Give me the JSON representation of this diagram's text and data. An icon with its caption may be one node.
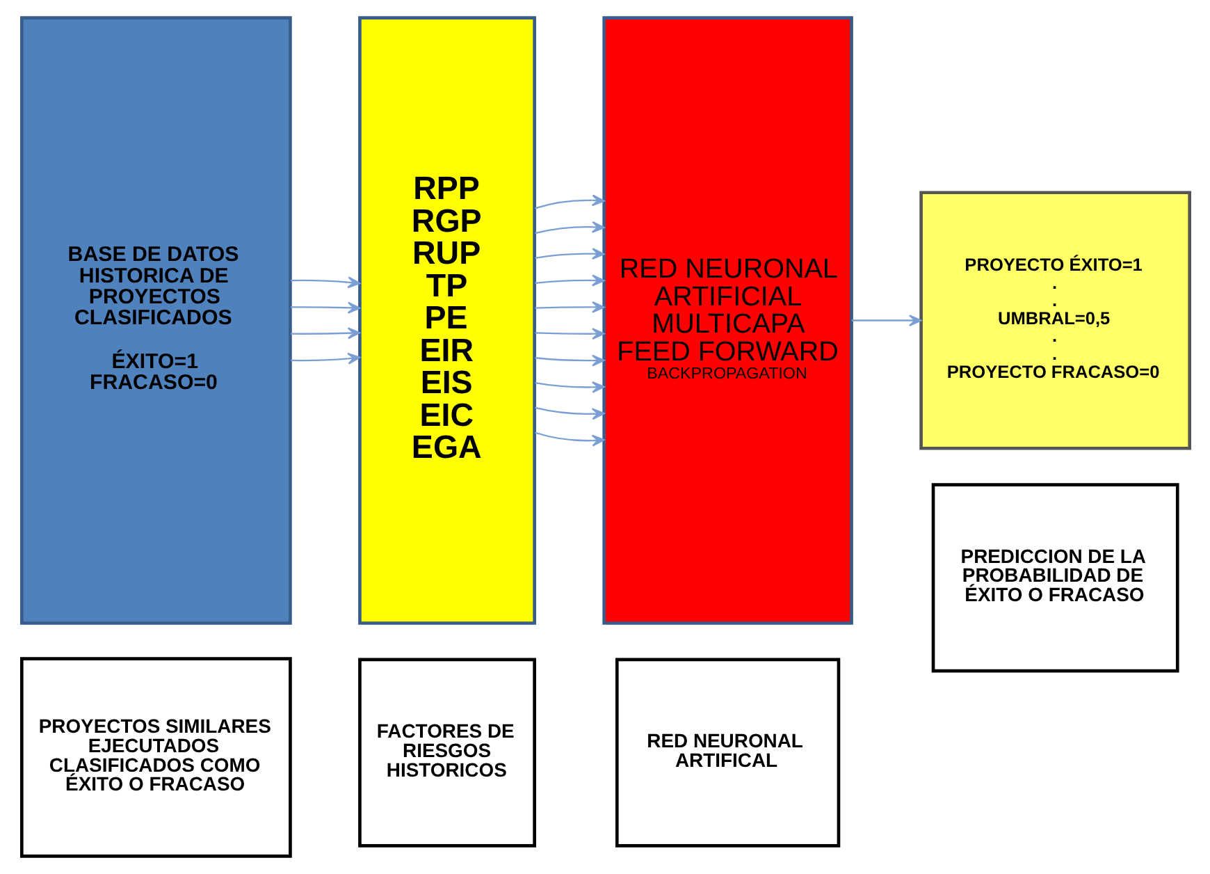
{
  "diagram": {
    "nodes": [
      {
        "text": [
          "PROYECTOS SIMILARES EJECUTADOS CLASIFICADOS COMO ÉXITO O FRACASO"
        ]
      },
      {
        "text": [
          "FACTORES DE RIESGOS HISTORICOS"
        ]
      },
      {
        "text": [
          "RED NEURONAL ARTIFICAL"
        ]
      },
      {
        "text": [
          "PREDICCION DE LA PROBABILIDAD DE ÉXITO O FRACASO"
        ]
      },
      {
        "text": [
          "BASE DE DATOS HISTORICA DE PROYECTOS CLASIFICADOS",
          "ÉXITO=1 FRACASO=0"
        ]
      },
      {
        "text": [
          "RPP",
          "RGP",
          "RUP",
          "TP",
          "PE",
          "EIR",
          "EIS",
          "EIC",
          "EGA"
        ]
      },
      {
        "text": [
          "RED NEURONAL ARTIFICIAL MULTICAPA FEED FORWARD",
          "BACKPROPAGATION"
        ]
      },
      {
        "text": [
          "PROYECTO ÉXITO=1",
          ".",
          ".",
          "UMBRAL=0,5",
          ".",
          ".",
          "PROYECTO FRACASO=0"
        ]
      }
    ],
    "edges": [
      {
        "from": 4,
        "to": 5,
        "arrow": "to"
      },
      {
        "from": 4,
        "to": 5,
        "arrow": "to"
      },
      {
        "from": 4,
        "to": 5,
        "arrow": "to"
      },
      {
        "from": 4,
        "to": 5,
        "arrow": "to"
      },
      {
        "from": 5,
        "to": 6,
        "arrow": "to"
      },
      {
        "from": 5,
        "to": 6,
        "arrow": "to"
      },
      {
        "from": 5,
        "to": 6,
        "arrow": "to"
      },
      {
        "from": 5,
        "to": 6,
        "arrow": "to"
      },
      {
        "from": 5,
        "to": 6,
        "arrow": "to"
      },
      {
        "from": 5,
        "to": 6,
        "arrow": "to"
      },
      {
        "from": 5,
        "to": 6,
        "arrow": "to"
      },
      {
        "from": 5,
        "to": 6,
        "arrow": "to"
      },
      {
        "from": 5,
        "to": 6,
        "arrow": "to"
      },
      {
        "from": 5,
        "to": 6,
        "arrow": "to"
      },
      {
        "from": 6,
        "to": 7,
        "arrow": "to"
      }
    ]
  }
}
